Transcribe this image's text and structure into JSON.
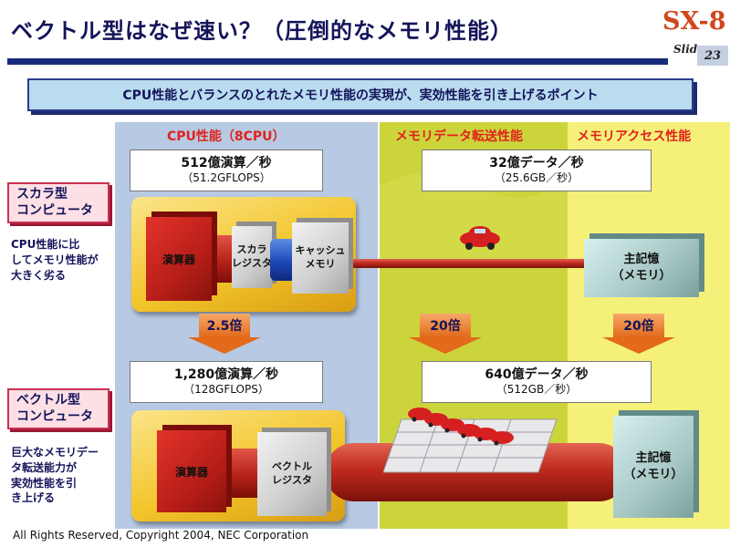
{
  "title": "ベクトル型はなぜ速い？（圧倒的なメモリ性能）",
  "logo": "SX-8",
  "slide_label": "Slide",
  "slide_number": "23",
  "banner": "CPU性能とバランスのとれたメモリ性能の実現が、実効性能を引き上げるポイント",
  "columns": {
    "cpu": "CPU性能（8CPU）",
    "mem_transfer": "メモリデータ転送性能",
    "mem_access": "メモリアクセス性能"
  },
  "scalar": {
    "tag_line1": "スカラ型",
    "tag_line2": "コンピュータ",
    "note": [
      "CPU性能に比",
      "してメモリ性能が",
      "大きく劣る"
    ],
    "cpu_perf": "512億演算／秒",
    "cpu_perf_sub": "（51.2GFLOPS）",
    "mem_perf": "32億データ／秒",
    "mem_perf_sub": "（25.6GB／秒）",
    "alu": "演算器",
    "register_line1": "スカラ",
    "register_line2": "レジスタ",
    "cache_line1": "キャッシュ",
    "cache_line2": "メモリ",
    "main_mem_line1": "主記憶",
    "main_mem_line2": "（メモリ）"
  },
  "multipliers": {
    "cpu": "2.5倍",
    "transfer": "20倍",
    "access": "20倍"
  },
  "vector": {
    "tag_line1": "ベクトル型",
    "tag_line2": "コンピュータ",
    "note": [
      "巨大なメモリデー",
      "タ転送能力が",
      "実効性能を引",
      "き上げる"
    ],
    "cpu_perf": "1,280億演算／秒",
    "cpu_perf_sub": "（128GFLOPS）",
    "mem_perf": "640億データ／秒",
    "mem_perf_sub": "（512GB／秒）",
    "alu": "演算器",
    "register_line1": "ベクトル",
    "register_line2": "レジスタ",
    "main_mem_line1": "主記憶",
    "main_mem_line2": "（メモリ）"
  },
  "copyright": "All Rights Reserved, Copyright 2004, NEC Corporation",
  "colors": {
    "cpu_column": "#b7c9e3",
    "transfer_column": "#ccd43c",
    "access_column": "#f4f07a",
    "heading_red": "#e0231c",
    "banner_bg": "#b9dcef"
  }
}
